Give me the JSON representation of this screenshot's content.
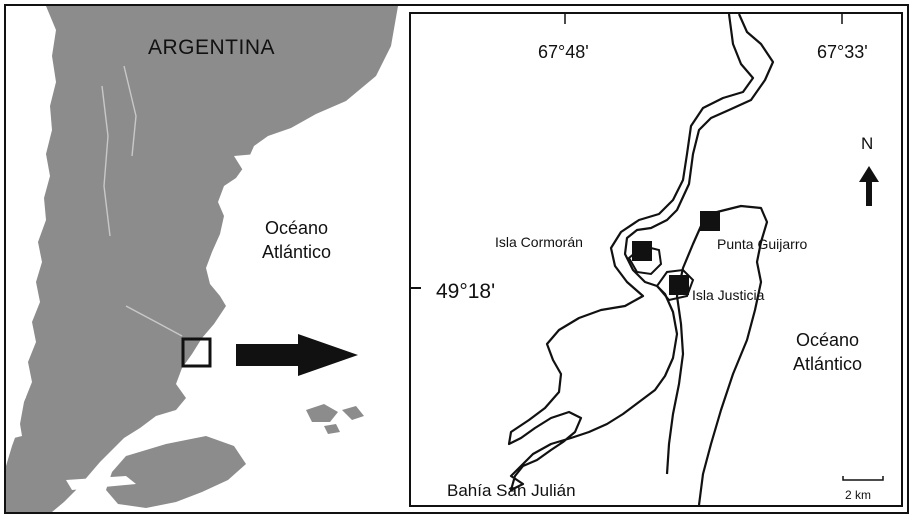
{
  "overview_map": {
    "country_label": "ARGENTINA",
    "ocean_label_line1": "Océano",
    "ocean_label_line2": "Atlántico",
    "land_color": "#8c8c8c",
    "study_area_box": "square-outline-marker"
  },
  "detail_map": {
    "longitude_labels": [
      "67°48'",
      "67°33'"
    ],
    "latitude_label": "49°18'",
    "places": [
      {
        "name": "Isla Cormorán"
      },
      {
        "name": "Punta Guijarro"
      },
      {
        "name": "Isla Justicia"
      }
    ],
    "ocean_label_line1": "Océano",
    "ocean_label_line2": "Atlántico",
    "bay_label": "Bahía San Julián",
    "north_label": "N",
    "scale_label": "2 km"
  },
  "icons": [
    "pointer-arrow-icon",
    "north-arrow-icon",
    "square-marker-icon"
  ]
}
